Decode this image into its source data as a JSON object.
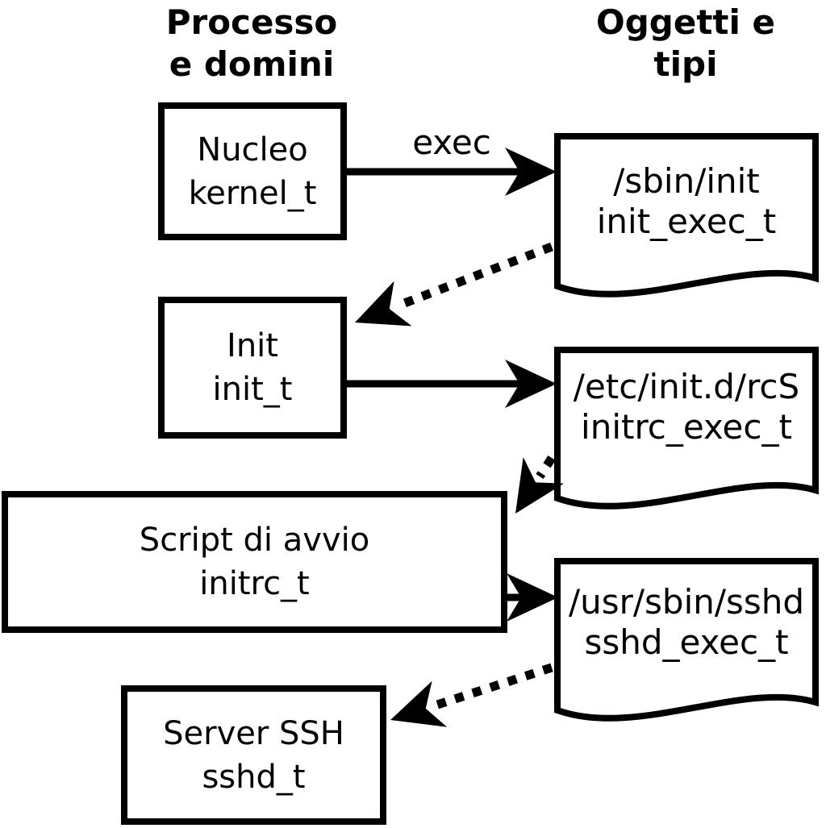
{
  "headers": {
    "left_line1": "Processo",
    "left_line2": "e domini",
    "right_line1": "Oggetti e",
    "right_line2": "tipi"
  },
  "process_boxes": [
    {
      "label": "Nucleo",
      "domain": "kernel_t"
    },
    {
      "label": "Init",
      "domain": "init_t"
    },
    {
      "label": "Script di avvio",
      "domain": "initrc_t"
    },
    {
      "label": "Server SSH",
      "domain": "sshd_t"
    }
  ],
  "object_documents": [
    {
      "path": "/sbin/init",
      "type": "init_exec_t"
    },
    {
      "path": "/etc/init.d/rcS",
      "type": "initrc_exec_t"
    },
    {
      "path": "/usr/sbin/sshd",
      "type": "sshd_exec_t"
    }
  ],
  "labels": {
    "exec": "exec"
  },
  "colors": {
    "ink": "#000000",
    "paper": "#ffffff"
  }
}
